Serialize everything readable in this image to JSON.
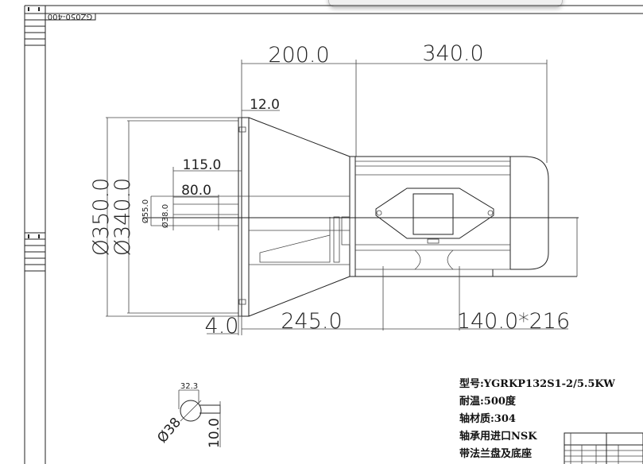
{
  "drawing": {
    "part_label": "GZ050-400",
    "dimensions": {
      "flange_length": "200.0",
      "motor_length": "340.0",
      "flange_thickness": "12.0",
      "shaft_length": "115.0",
      "shaft_step": "80.0",
      "outer_diameter": "Ø350.0",
      "inner_diameter": "Ø340.0",
      "shaft_diameter_55": "Ø55.0",
      "shaft_diameter_38": "Ø38.0",
      "base_offset": "4.0",
      "base_length": "245.0",
      "foot_spacing": "140.0*216",
      "detail_width": "32.3",
      "detail_diameter": "Ø38",
      "detail_key": "10.0"
    },
    "specs": [
      "型号:YGRKP132S1-2/5.5KW",
      "耐温:500度",
      "轴材质:304",
      "轴承用进口NSK",
      "带法兰盘及底座"
    ]
  }
}
